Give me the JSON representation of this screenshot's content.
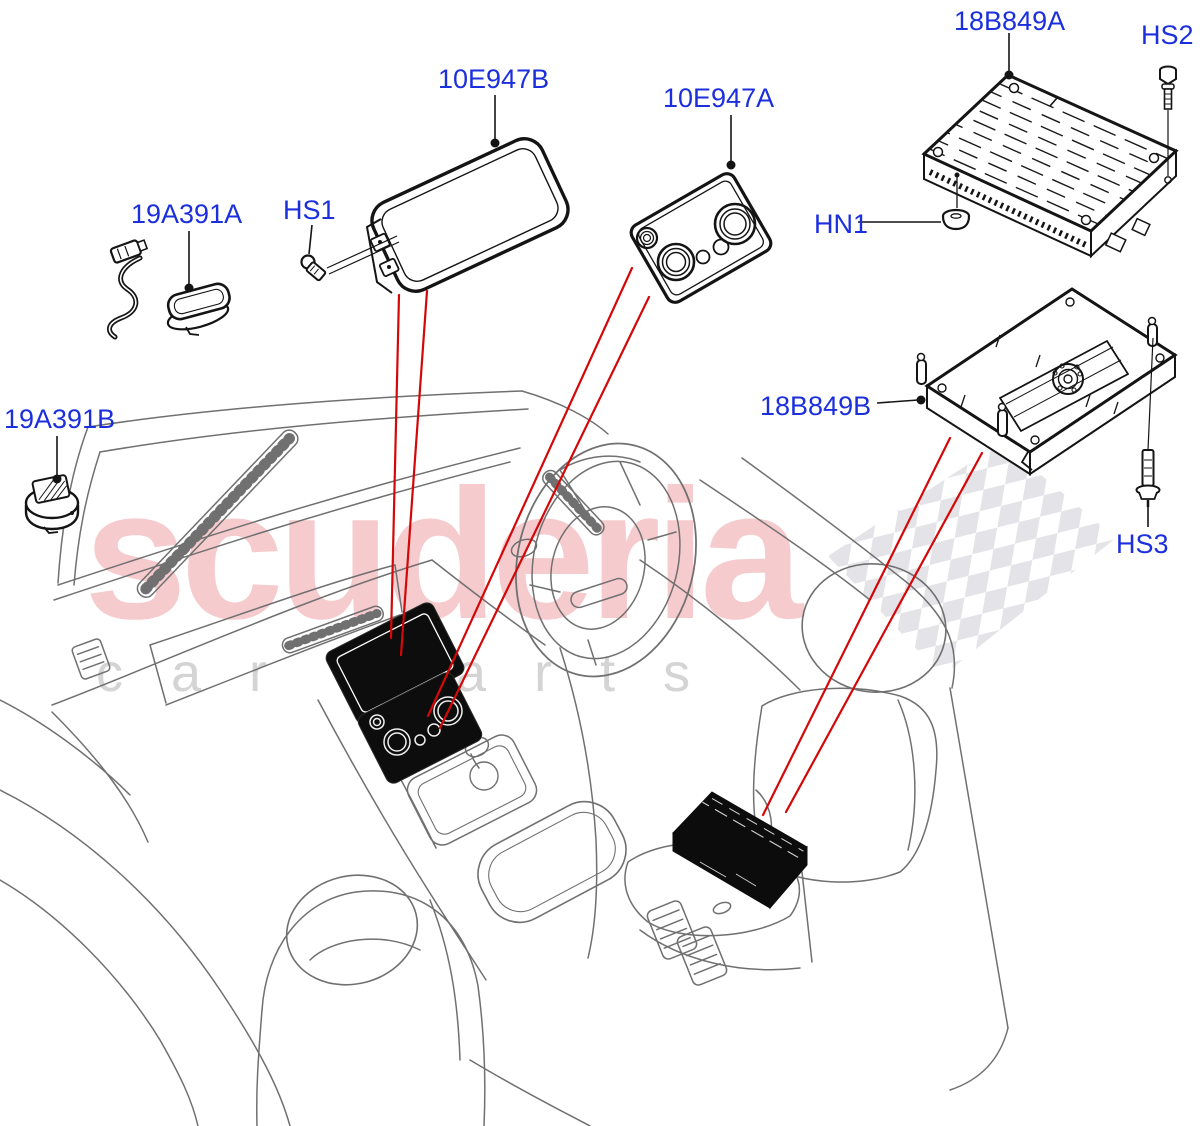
{
  "diagram": {
    "part_labels": [
      {
        "id": "18B849A",
        "text": "18B849A"
      },
      {
        "id": "HS2",
        "text": "HS2"
      },
      {
        "id": "10E947B",
        "text": "10E947B"
      },
      {
        "id": "10E947A",
        "text": "10E947A"
      },
      {
        "id": "19A391A",
        "text": "19A391A"
      },
      {
        "id": "HS1",
        "text": "HS1"
      },
      {
        "id": "HN1",
        "text": "HN1"
      },
      {
        "id": "18B849B",
        "text": "18B849B"
      },
      {
        "id": "HS3",
        "text": "HS3"
      },
      {
        "id": "19A391B",
        "text": "19A391B"
      }
    ],
    "watermark": {
      "primary": "scuderia",
      "secondary": "car parts"
    },
    "colors": {
      "label_blue": "#1b2fdd",
      "leader_red": "#d40808",
      "part_black": "#141414",
      "interior_gray": "#707070",
      "watermark_pink": "#e25560",
      "watermark_gray": "#d4d4d4",
      "checker_gray": "#e4e4e8"
    }
  }
}
